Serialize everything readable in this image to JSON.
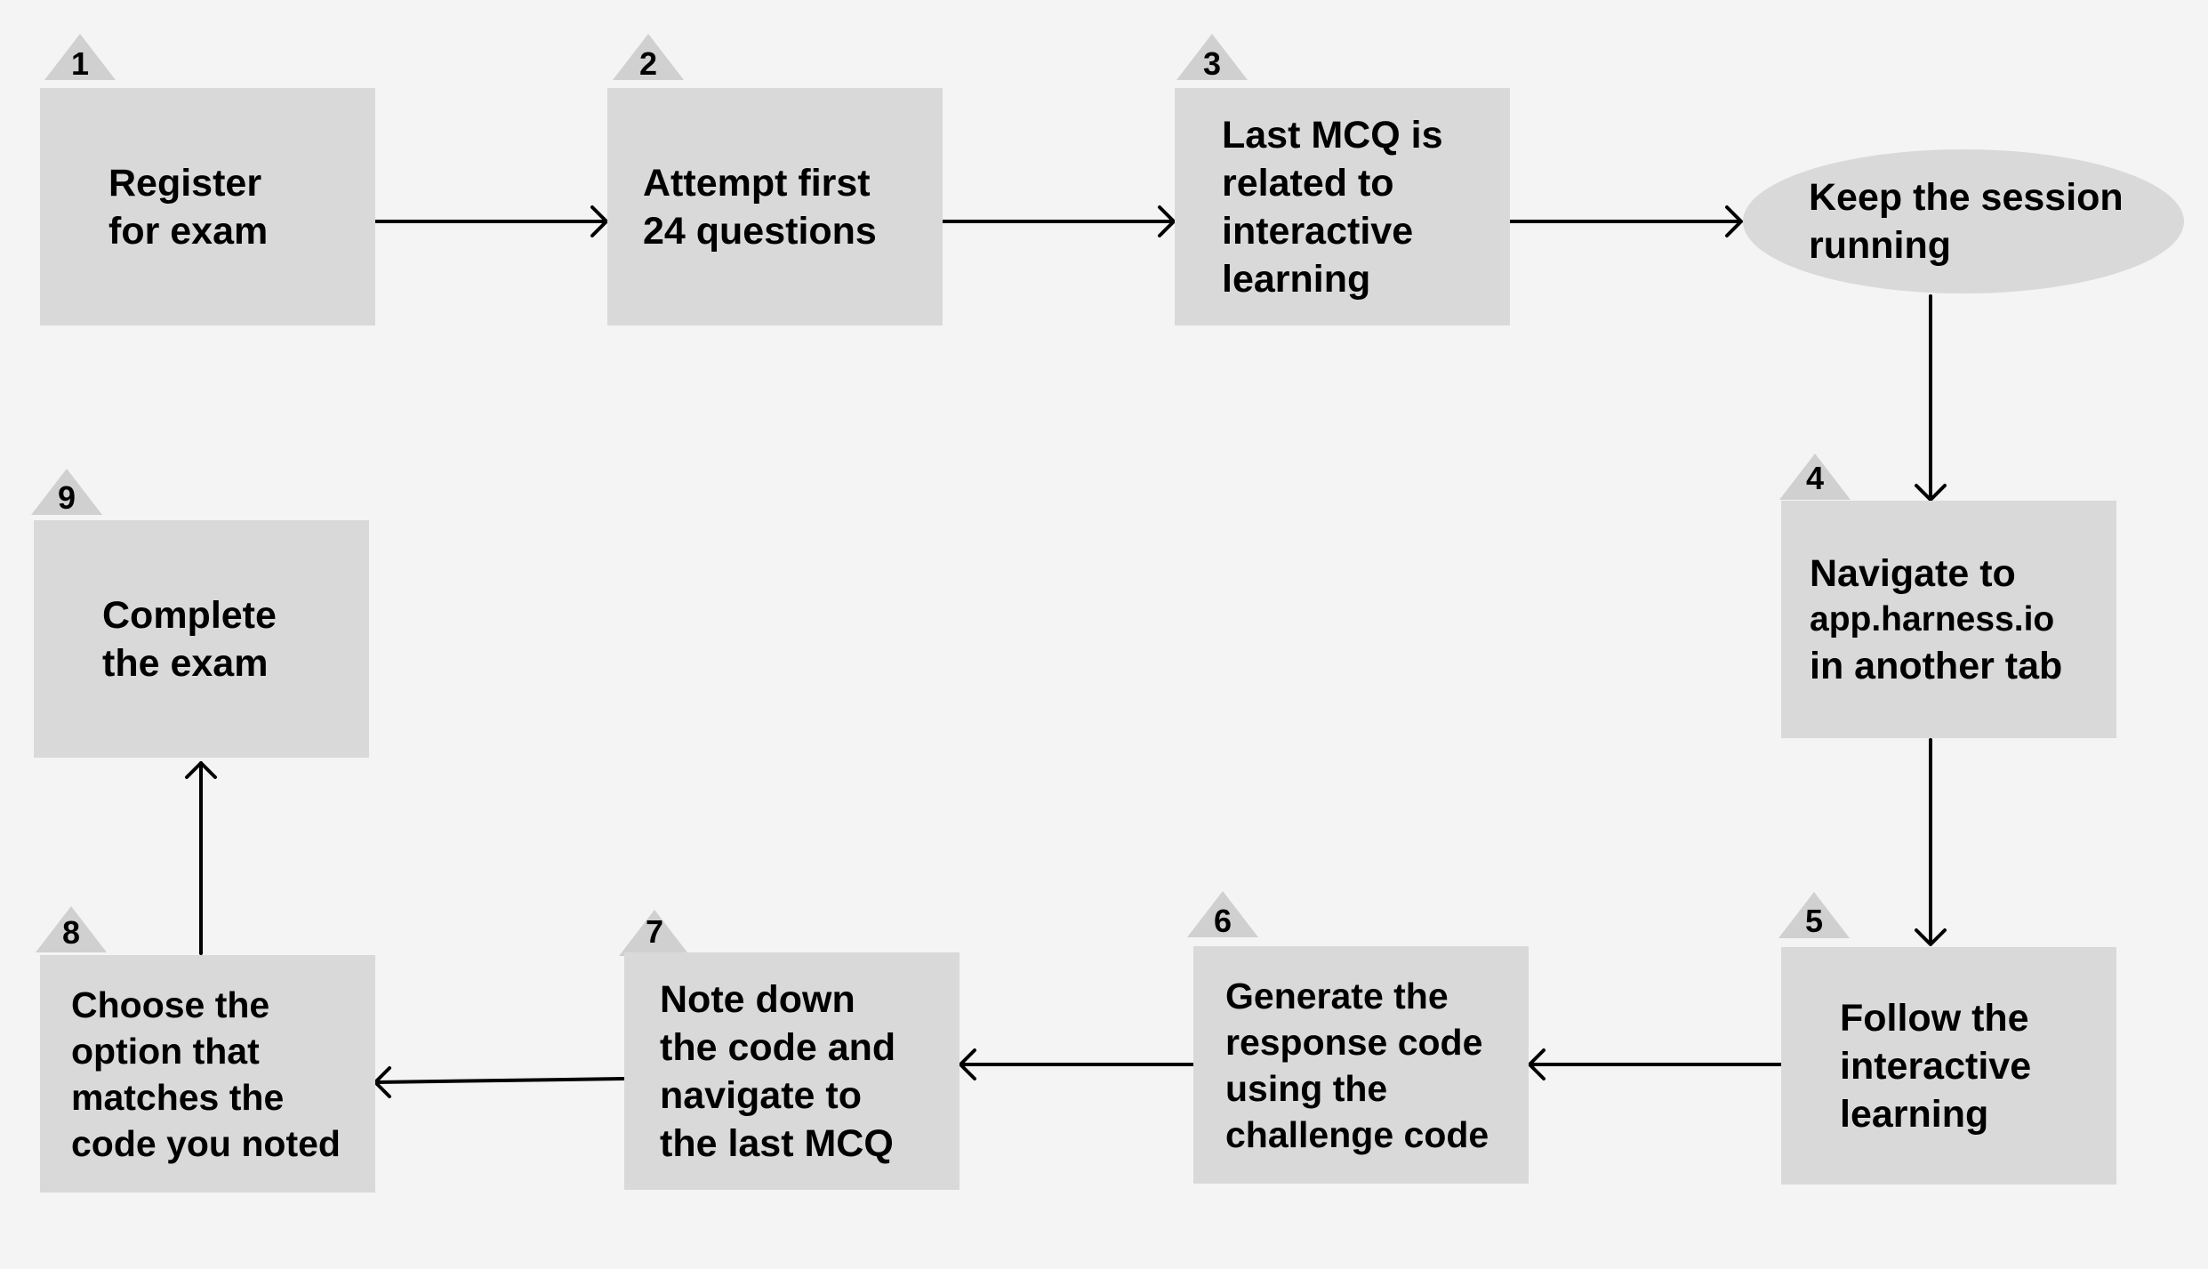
{
  "steps": [
    {
      "id": "register",
      "number": "1",
      "lines": [
        "Register",
        "for exam"
      ]
    },
    {
      "id": "attempt",
      "number": "2",
      "lines": [
        "Attempt first",
        "24 questions"
      ]
    },
    {
      "id": "last-mcq",
      "number": "3",
      "lines": [
        "Last MCQ is",
        "related to",
        "interactive",
        "learning"
      ]
    },
    {
      "id": "keep-session",
      "lines": [
        "Keep the session",
        "running"
      ]
    },
    {
      "id": "navigate",
      "number": "4",
      "lines": [
        "Navigate to",
        "app.harness.io",
        "in another tab"
      ]
    },
    {
      "id": "follow",
      "number": "5",
      "lines": [
        "Follow the",
        "interactive",
        "learning"
      ]
    },
    {
      "id": "generate",
      "number": "6",
      "lines": [
        "Generate the",
        "response code",
        "using the",
        "challenge code"
      ]
    },
    {
      "id": "note-down",
      "number": "7",
      "lines": [
        "Note down",
        "the code and",
        "navigate to",
        "the last MCQ"
      ]
    },
    {
      "id": "choose",
      "number": "8",
      "lines": [
        "Choose the",
        "option that",
        "matches the",
        "code you noted"
      ]
    },
    {
      "id": "complete",
      "number": "9",
      "lines": [
        "Complete",
        "the exam"
      ]
    }
  ]
}
